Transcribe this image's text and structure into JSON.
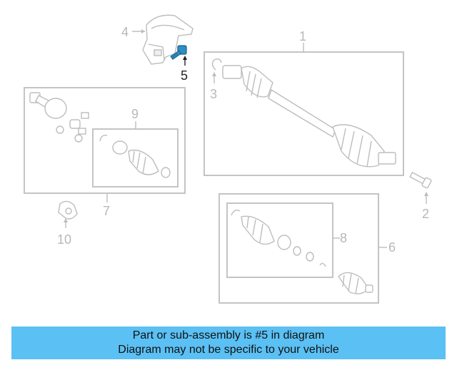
{
  "diagram": {
    "callouts": {
      "c1": "1",
      "c2": "2",
      "c3": "3",
      "c4": "4",
      "c5": "5",
      "c6": "6",
      "c7": "7",
      "c8": "8",
      "c9": "9",
      "c10": "10"
    },
    "highlight_color": "#2d8fc4"
  },
  "banner": {
    "line1": "Part or sub-assembly is #5 in diagram",
    "line2": "Diagram may not be specific to your vehicle",
    "background": "#5bc0f4"
  }
}
